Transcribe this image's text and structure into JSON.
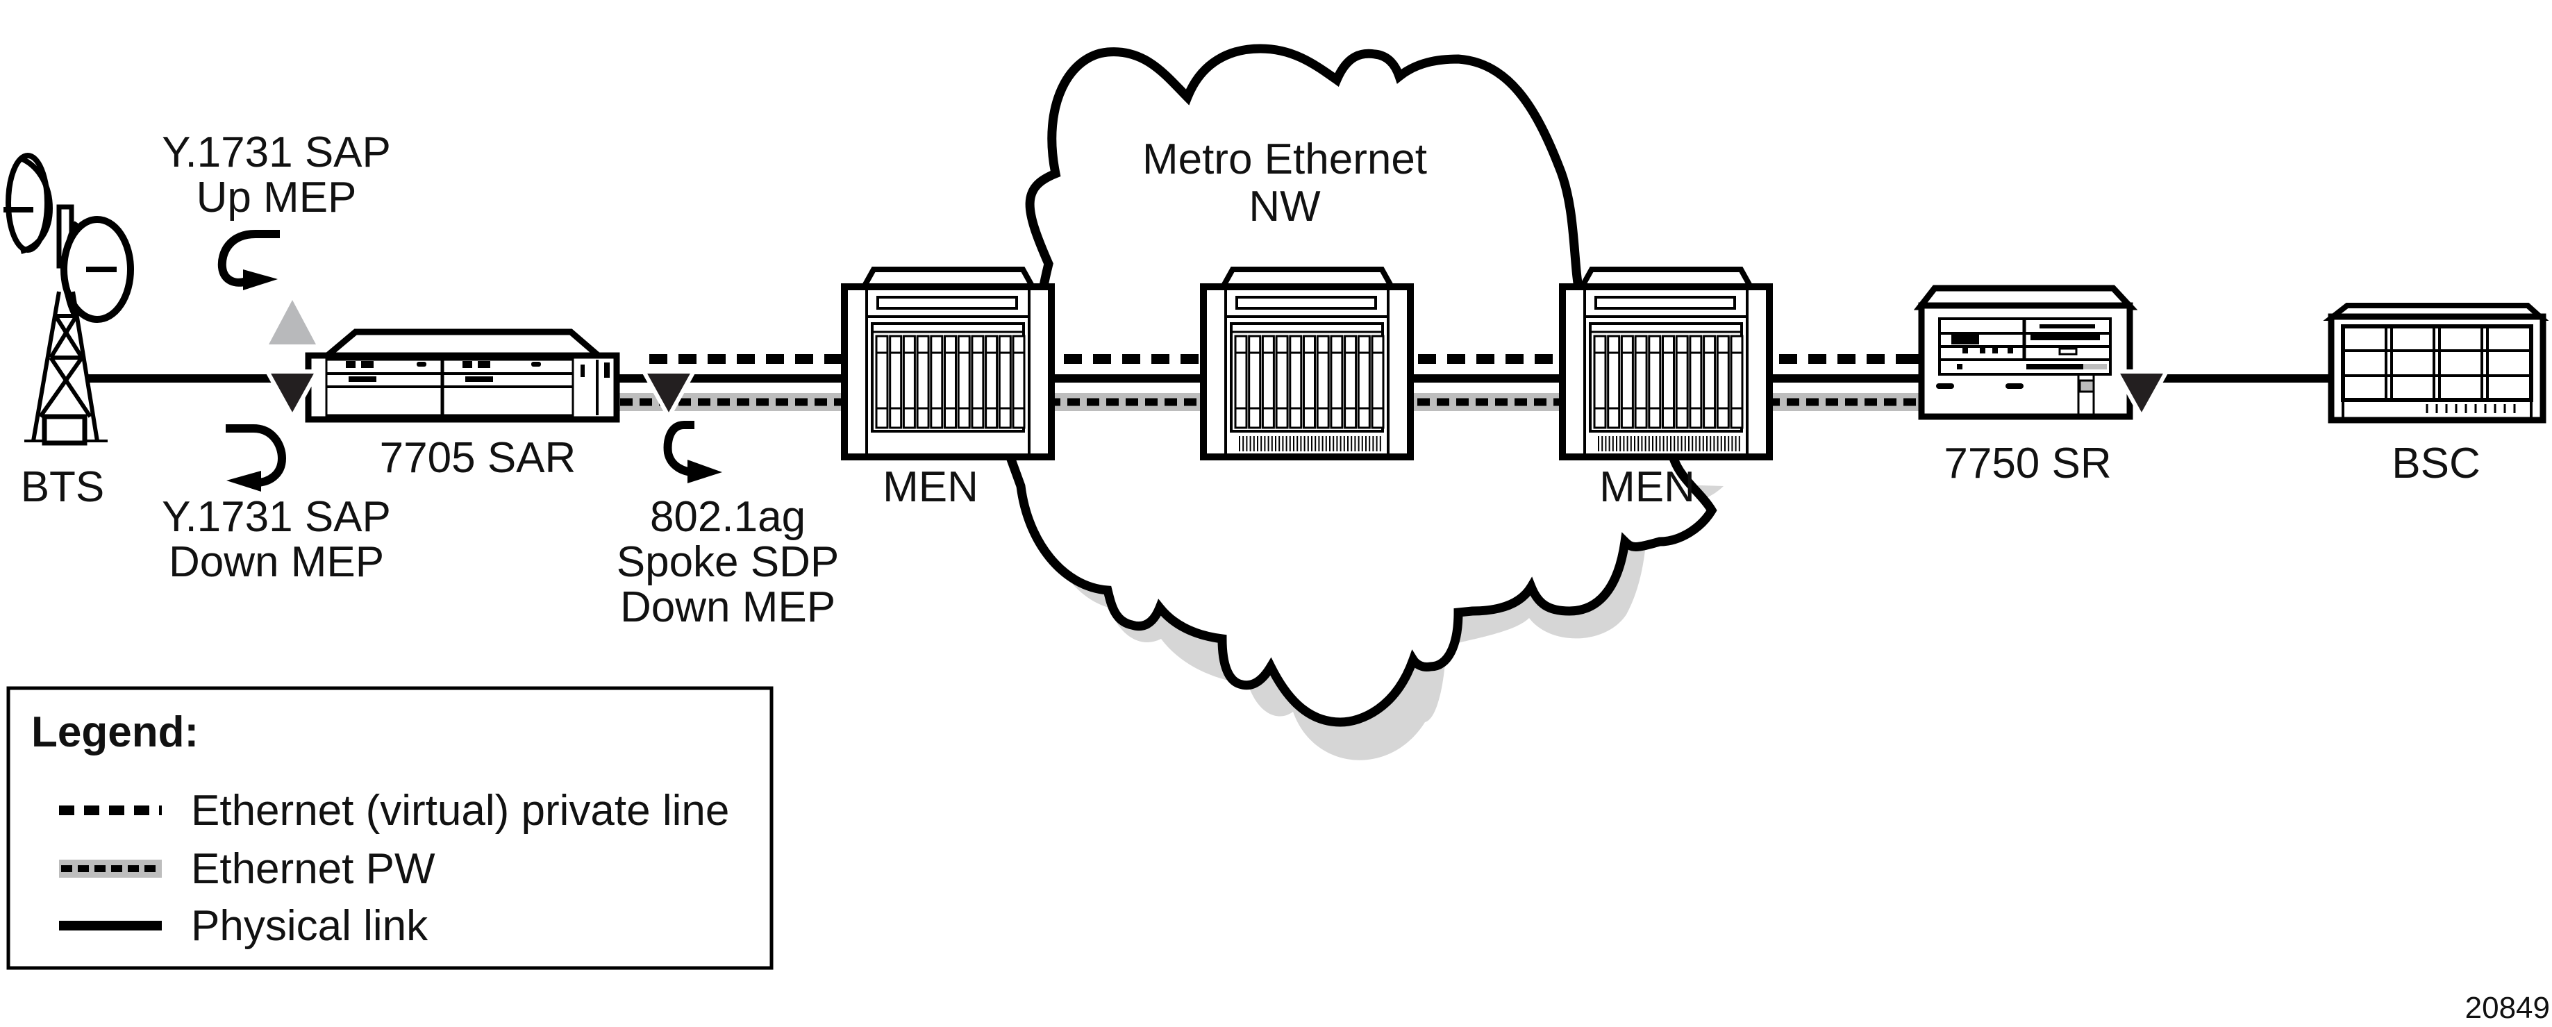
{
  "figure_id": "20849",
  "colors": {
    "line": "#000000",
    "pw_band": "#bdbdbd",
    "up_mep": "#b8b9bb",
    "down_mep": "#231f20",
    "cloud_shadow": "#d6d6d6"
  },
  "nodes": {
    "bts": {
      "label": "BTS"
    },
    "sar": {
      "label": "7705 SAR"
    },
    "men_left": {
      "label": "MEN"
    },
    "men_center": {
      "label": ""
    },
    "men_right": {
      "label": "MEN"
    },
    "sr": {
      "label": "7750 SR"
    },
    "bsc": {
      "label": "BSC"
    }
  },
  "cloud": {
    "line1": "Metro Ethernet",
    "line2": "NW"
  },
  "annotations": {
    "up_mep": {
      "line1": "Y.1731 SAP",
      "line2": "Up MEP"
    },
    "sap_down_mep": {
      "line1": "Y.1731 SAP",
      "line2": "Down MEP"
    },
    "sdp_down_mep": {
      "line1": "802.1ag",
      "line2": "Spoke SDP",
      "line3": "Down MEP"
    }
  },
  "legend": {
    "title": "Legend:",
    "items": [
      {
        "label": "Ethernet (virtual) private line",
        "style": "dashed"
      },
      {
        "label": "Ethernet PW",
        "style": "pw"
      },
      {
        "label": "Physical link",
        "style": "solid"
      }
    ]
  }
}
